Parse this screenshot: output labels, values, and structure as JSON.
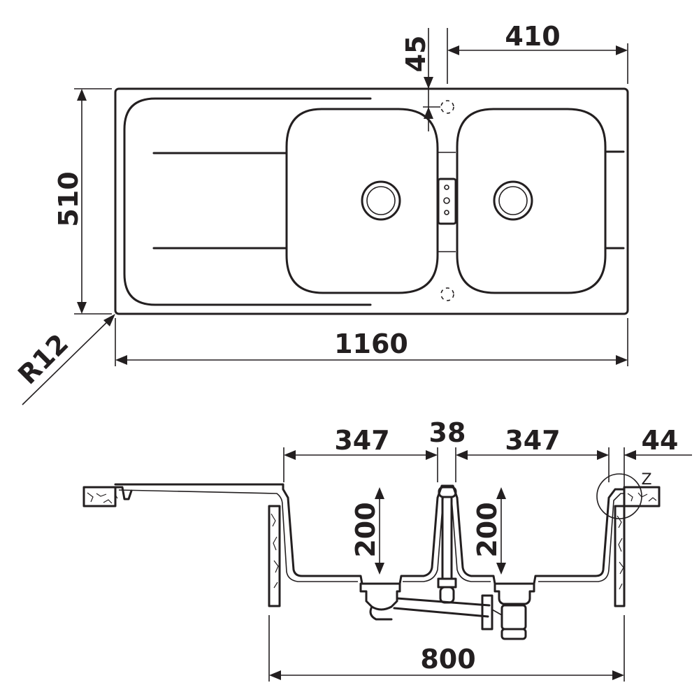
{
  "drawing": {
    "top_view": {
      "width_label": "1160",
      "depth_label": "510",
      "bowl_width_label": "410",
      "rim_offset_label": "45",
      "radius_label": "R12"
    },
    "section_view": {
      "bowl_width_left_label": "347",
      "divider_label": "38",
      "bowl_width_right_label": "347",
      "edge_label": "44",
      "depth_left_label": "200",
      "depth_right_label": "200",
      "cabinet_label": "800",
      "detail_label": "Z"
    },
    "colors": {
      "line": "#231f20",
      "background": "#ffffff"
    }
  }
}
